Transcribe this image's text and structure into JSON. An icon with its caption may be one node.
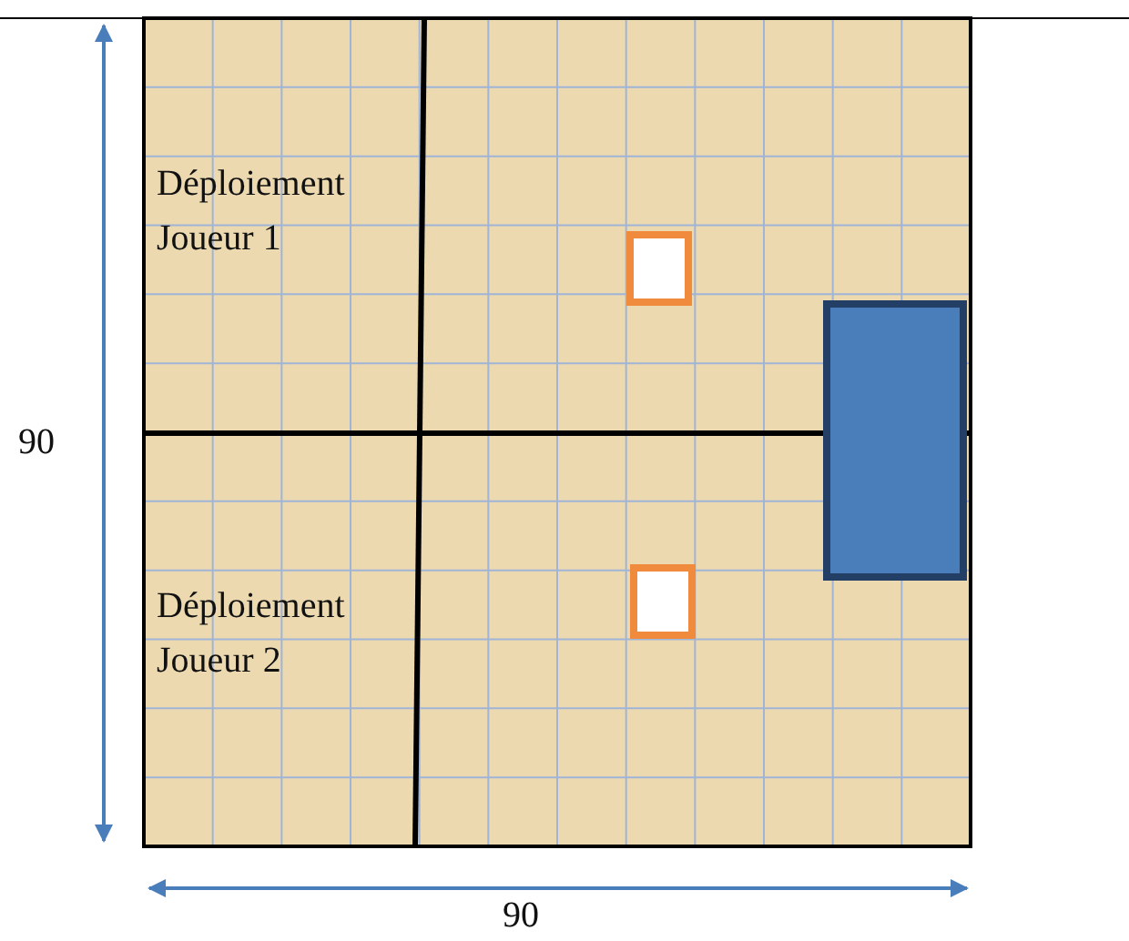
{
  "diagram": {
    "labels": [
      "90",
      "Déploiement Joueur 1",
      "Déploiement Joueur 2",
      "90"
    ]
  }
}
